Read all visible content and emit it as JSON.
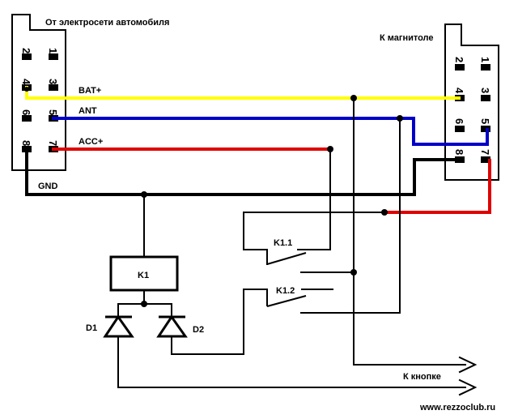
{
  "connector_left": {
    "title": "От электросети автомобиля",
    "pins": [
      {
        "label": "2"
      },
      {
        "label": "1"
      },
      {
        "label": "4"
      },
      {
        "label": "3"
      },
      {
        "label": "6"
      },
      {
        "label": "5"
      },
      {
        "label": "8"
      },
      {
        "label": "7"
      }
    ]
  },
  "connector_right": {
    "title": "К магнитоле",
    "pins": [
      {
        "label": "2"
      },
      {
        "label": "1"
      },
      {
        "label": "4"
      },
      {
        "label": "3"
      },
      {
        "label": "6"
      },
      {
        "label": "5"
      },
      {
        "label": "8"
      },
      {
        "label": "7"
      }
    ]
  },
  "wires": {
    "bat": {
      "label": "BAT+",
      "color": "#ffff00"
    },
    "ant": {
      "label": "ANT",
      "color": "#0000c8"
    },
    "acc": {
      "label": "ACC+",
      "color": "#e00000"
    },
    "gnd": {
      "label": "GND",
      "color": "#000000"
    }
  },
  "relay": {
    "label": "K1"
  },
  "contacts": {
    "k11": "K1.1",
    "k12": "K1.2"
  },
  "diodes": {
    "d1": "D1",
    "d2": "D2"
  },
  "button_label": "К кнопке",
  "watermark": "www.rezzoclub.ru"
}
